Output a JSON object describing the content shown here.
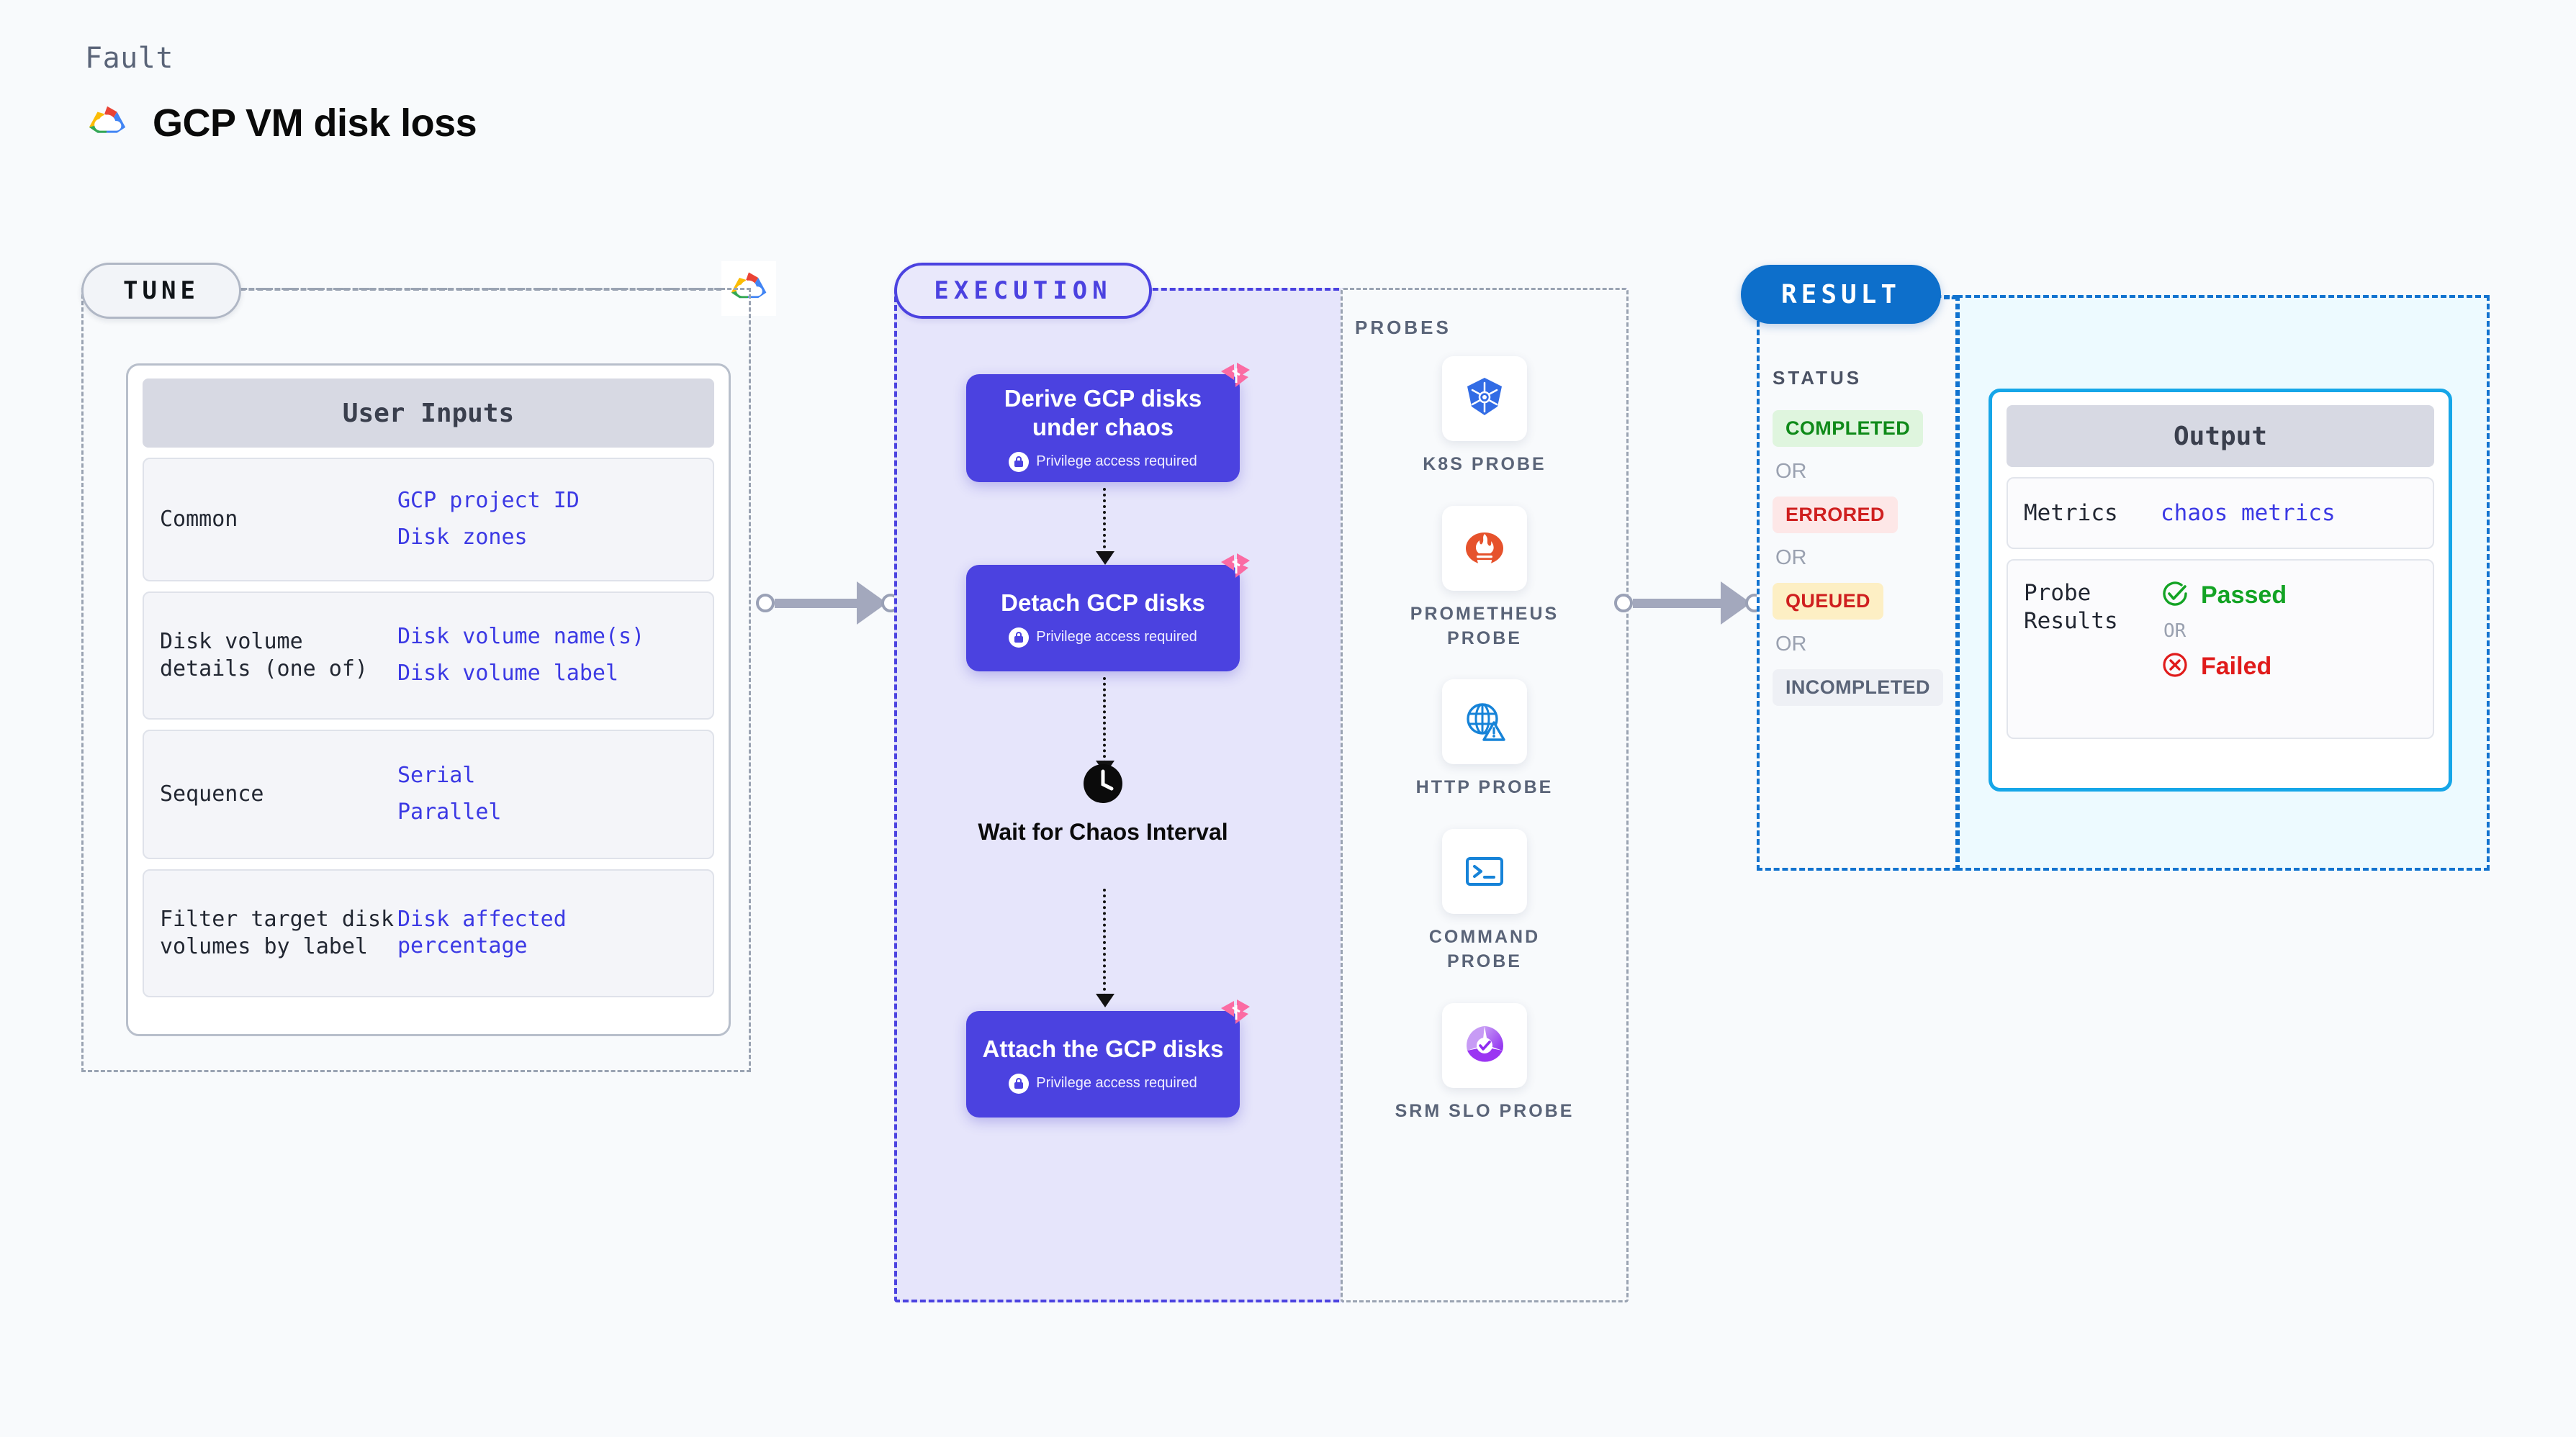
{
  "header": {
    "eyebrow": "Fault",
    "title": "GCP VM disk loss",
    "logo_icon": "gcp-cloud-logo"
  },
  "tune": {
    "stage_label": "TUNE",
    "provider_icon": "gcp-cloud-logo",
    "card_title": "User Inputs",
    "rows": [
      {
        "key": "Common",
        "values": [
          "GCP project ID",
          "Disk zones"
        ]
      },
      {
        "key": "Disk volume details (one of)",
        "values": [
          "Disk volume name(s)",
          "Disk volume label"
        ]
      },
      {
        "key": "Sequence",
        "values": [
          "Serial",
          "Parallel"
        ]
      },
      {
        "key": "Filter target disk volumes by label",
        "values": [
          "Disk affected percentage"
        ]
      }
    ]
  },
  "execution": {
    "stage_label": "EXECUTION",
    "privilege_note": "Privilege access required",
    "nodes": [
      {
        "title": "Derive GCP disks under chaos",
        "badge_icon": "litmus-chaos-badge-icon",
        "lock_icon": "lock-icon"
      },
      {
        "title": "Detach GCP disks",
        "badge_icon": "litmus-chaos-badge-icon",
        "lock_icon": "lock-icon"
      },
      {
        "title": "Attach the GCP disks",
        "badge_icon": "litmus-chaos-badge-icon",
        "lock_icon": "lock-icon"
      }
    ],
    "wait": {
      "label": "Wait for Chaos Interval",
      "icon": "clock-icon"
    }
  },
  "probes": {
    "title": "PROBES",
    "items": [
      {
        "label": "K8S PROBE",
        "icon": "kubernetes-icon"
      },
      {
        "label": "PROMETHEUS PROBE",
        "icon": "prometheus-icon"
      },
      {
        "label": "HTTP PROBE",
        "icon": "http-globe-warning-icon"
      },
      {
        "label": "COMMAND PROBE",
        "icon": "terminal-icon"
      },
      {
        "label": "SRM SLO PROBE",
        "icon": "srm-slo-icon"
      }
    ]
  },
  "result": {
    "stage_label": "RESULT",
    "status_title": "STATUS",
    "or_label": "OR",
    "statuses": [
      {
        "label": "COMPLETED",
        "text_color": "#0f8a19",
        "bg_color": "#dff5de"
      },
      {
        "label": "ERRORED",
        "text_color": "#cf1f1f",
        "bg_color": "#fde7e7"
      },
      {
        "label": "QUEUED",
        "text_color": "#cf1f1f",
        "bg_color": "#fdefc4"
      },
      {
        "label": "INCOMPLETED",
        "text_color": "#5a6478",
        "bg_color": "#eef0f5"
      }
    ]
  },
  "output": {
    "card_title": "Output",
    "metrics_key": "Metrics",
    "metrics_value": "chaos metrics",
    "probe_results_key": "Probe Results",
    "or_label": "OR",
    "passed": {
      "label": "Passed",
      "icon": "check-circle-icon",
      "color": "#13a324"
    },
    "failed": {
      "label": "Failed",
      "icon": "x-circle-icon",
      "color": "#e01b1b"
    }
  },
  "colors": {
    "accent_indigo": "#4b42e0",
    "accent_blue": "#0d6fcb",
    "accent_cyan": "#16a6e8",
    "badge_pink": "#fb6ba3",
    "page_bg": "#f8fafc"
  }
}
